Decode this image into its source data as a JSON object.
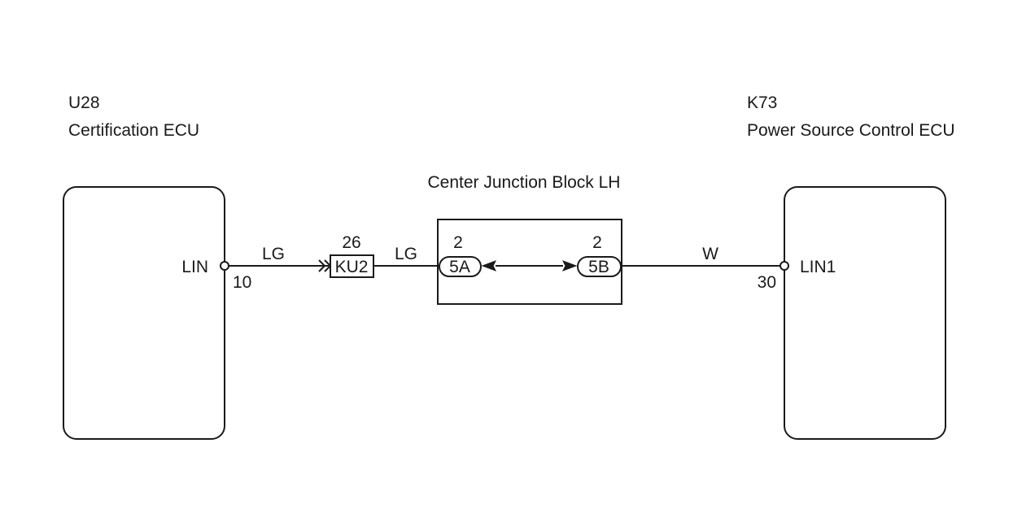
{
  "left_component": {
    "code": "U28",
    "name": "Certification ECU",
    "pin_name": "LIN",
    "pin_number": "10"
  },
  "right_component": {
    "code": "K73",
    "name": "Power Source Control ECU",
    "pin_name": "LIN1",
    "pin_number": "30"
  },
  "junction_block": {
    "title": "Center Junction Block LH",
    "left_connector": "5A",
    "left_pin": "2",
    "right_connector": "5B",
    "right_pin": "2"
  },
  "inline_connector": {
    "name": "KU2",
    "pin": "26"
  },
  "wires": {
    "segment1_color": "LG",
    "segment2_color": "LG",
    "segment3_color": "W"
  }
}
